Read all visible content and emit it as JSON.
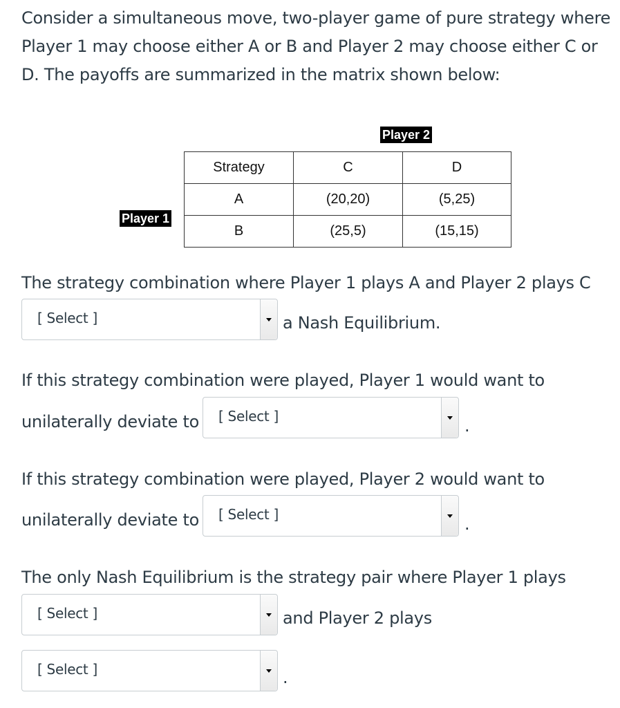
{
  "intro": {
    "line1": "Consider a simultaneous move, two-player game of pure strategy where",
    "line2": "Player 1 may choose either A or B and Player 2 may choose either C or",
    "line3": "D.  The payoffs are summarized in the matrix shown below:"
  },
  "matrix": {
    "player2_label": "Player 2",
    "player1_label": "Player 1",
    "header": [
      "Strategy",
      "C",
      "D"
    ],
    "rows": [
      [
        "A",
        "(20,20)",
        "(5,25)"
      ],
      [
        "B",
        "(25,5)",
        "(15,15)"
      ]
    ]
  },
  "q1": {
    "text": "The strategy combination where Player 1 plays A and Player 2 plays C",
    "select_value": "[ Select ]",
    "after": "a Nash Equilibrium."
  },
  "q2": {
    "line1": "If this strategy combination were played, Player 1 would want to",
    "line2": "unilaterally deviate to",
    "select_value": "[ Select ]",
    "after": "."
  },
  "q3": {
    "line1": "If this strategy combination were played, Player 2 would want to",
    "line2": "unilaterally deviate to",
    "select_value": "[ Select ]",
    "after": "."
  },
  "q4": {
    "line1": "The only Nash Equilibrium is the strategy pair where Player 1 plays",
    "select1_value": "[ Select ]",
    "middle": "and Player 2 plays",
    "select2_value": "[ Select ]",
    "after": "."
  }
}
